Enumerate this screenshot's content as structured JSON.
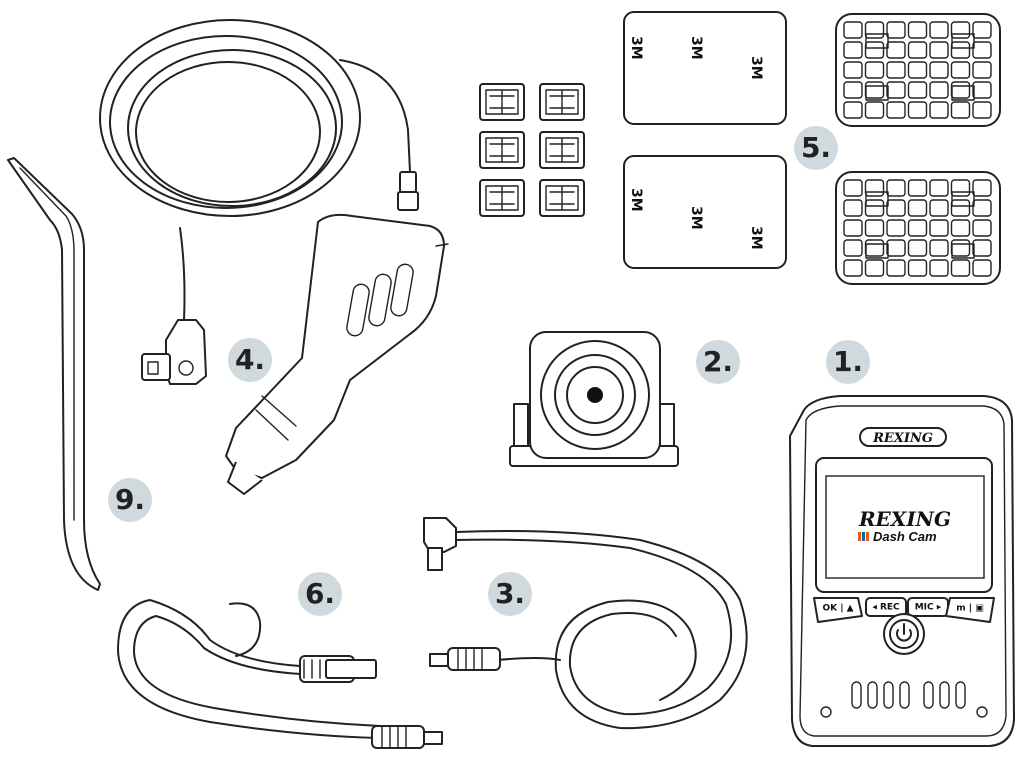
{
  "badges": {
    "item1": "1.",
    "item2": "2.",
    "item3": "3.",
    "item4": "4.",
    "item5": "5.",
    "item6": "6.",
    "item9": "9."
  },
  "adhesive": {
    "brand_mark": "3M"
  },
  "dashcam": {
    "bezel_logo": "REXING",
    "screen_brand": "REXING",
    "screen_subtitle": "Dash Cam",
    "buttons": {
      "ok": "OK | ▲",
      "rec": "◂ REC",
      "mic": "MIC ▸",
      "menu": "m | ▣"
    },
    "accent_colors": [
      "#e2601b",
      "#1f5fa8"
    ]
  }
}
